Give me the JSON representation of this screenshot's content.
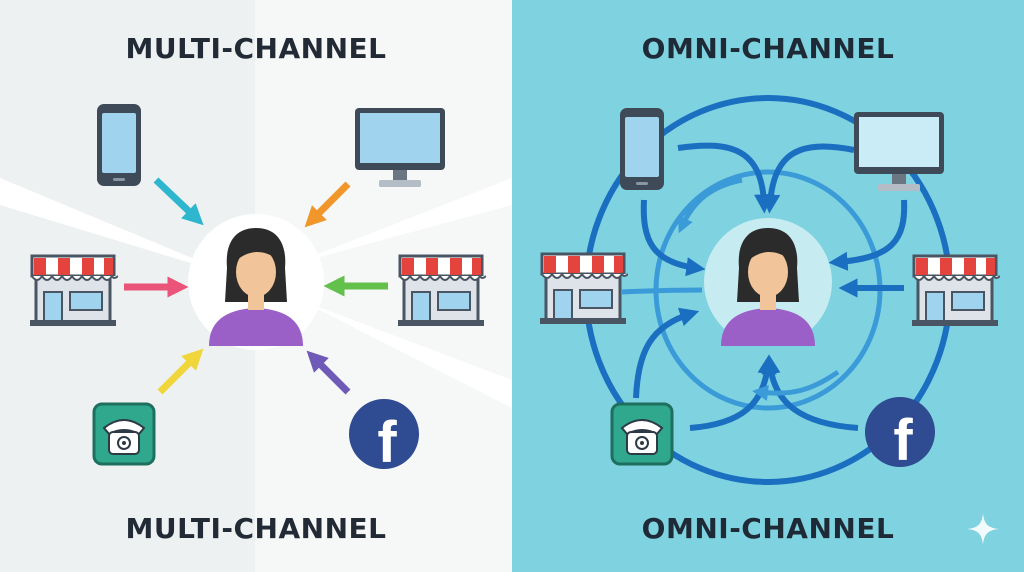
{
  "left_panel": {
    "title_top": "MULTI-CHANNEL",
    "title_bottom": "MULTI-CHANNEL",
    "channels": [
      "phone-icon",
      "desktop-monitor-icon",
      "storefront-icon",
      "storefront-icon",
      "telephone-icon",
      "facebook-icon"
    ]
  },
  "right_panel": {
    "title_top": "OMNI-CHANNEL",
    "title_bottom": "OMNI-CHANNEL",
    "channels": [
      "phone-icon",
      "desktop-monitor-icon",
      "storefront-icon",
      "storefront-icon",
      "telephone-icon",
      "facebook-icon"
    ]
  },
  "icons": {
    "facebook_letter": "f",
    "customer": "person-icon",
    "corner_mark": "sparkle-icon"
  },
  "colors": {
    "left_background": "#eef1f1",
    "right_background": "#7fd2df",
    "flow_blue": "#1b6fc1",
    "arrow_cyan": "#2fb6cf",
    "arrow_orange": "#f0962a",
    "arrow_pink": "#ea5478",
    "arrow_green": "#62c04b",
    "arrow_yellow": "#f0d63a",
    "arrow_purple": "#6f5bb7",
    "facebook_blue": "#2f4b92",
    "person_shirt": "#9b5fc8"
  }
}
